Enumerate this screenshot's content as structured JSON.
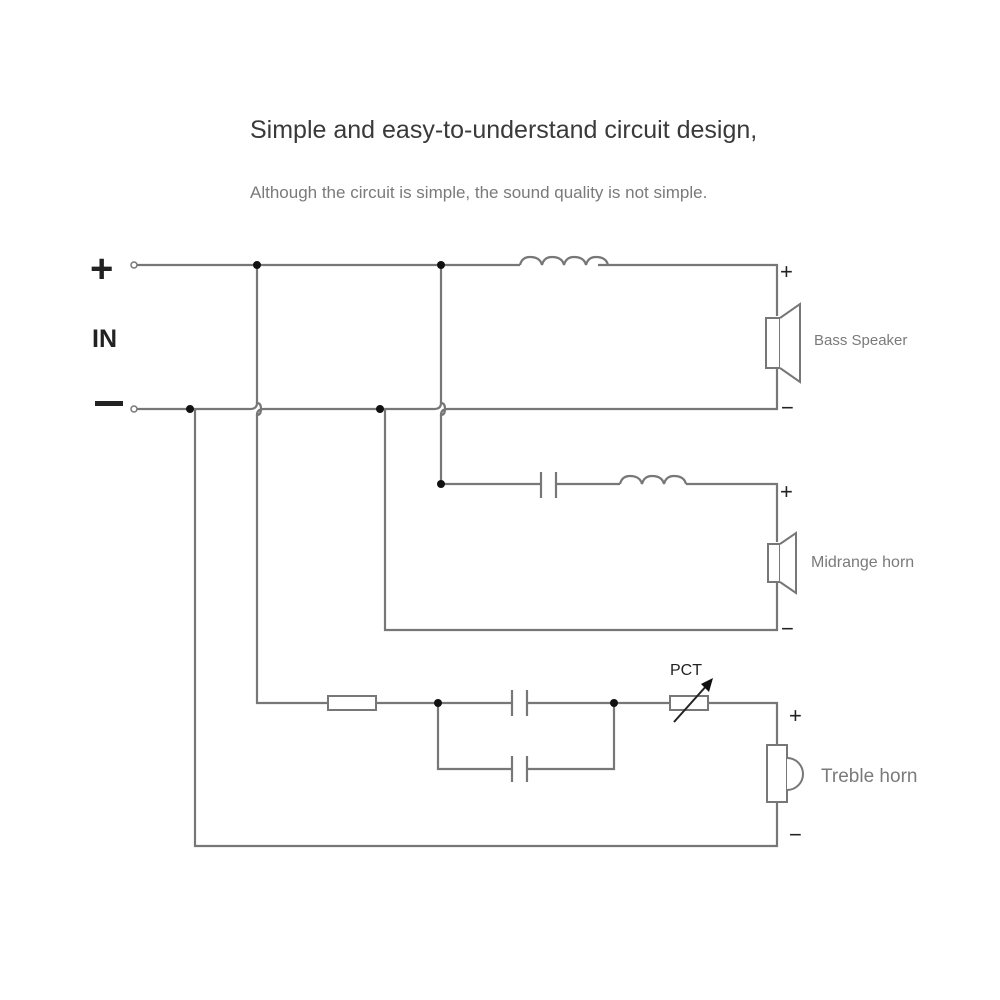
{
  "header": {
    "title": "Simple and easy-to-understand circuit design,",
    "subtitle": "Although the circuit is simple, the sound quality is not simple."
  },
  "input": {
    "plus_symbol": "+",
    "label": "IN",
    "minus_symbol": "−"
  },
  "speakers": [
    {
      "name": "Bass Speaker",
      "plus": "+",
      "minus": "−",
      "path": [
        "inductor"
      ]
    },
    {
      "name": "Midrange horn",
      "plus": "+",
      "minus": "−",
      "path": [
        "capacitor",
        "inductor"
      ]
    },
    {
      "name": "Treble horn",
      "plus": "+",
      "minus": "−",
      "path": [
        "resistor",
        "capacitor-parallel-pair",
        "PCT"
      ]
    }
  ],
  "components": {
    "pct_label": "PCT"
  },
  "colors": {
    "wire": "#777777",
    "junction": "#111111",
    "title": "#3a3a3a",
    "label": "#7a7a7a"
  }
}
